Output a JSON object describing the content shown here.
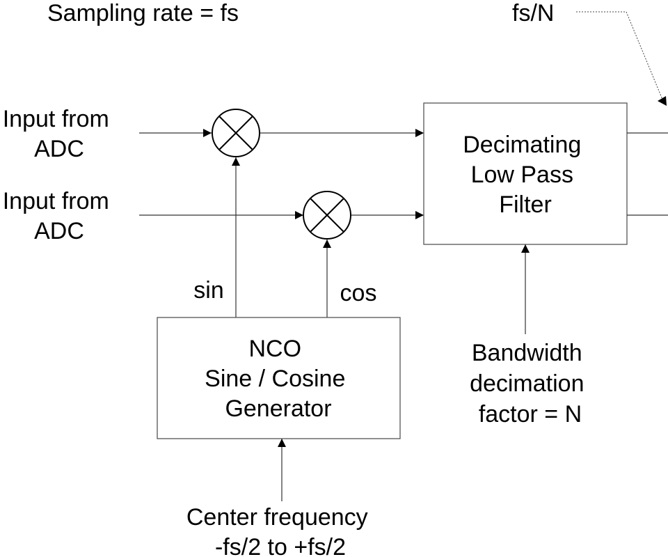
{
  "labels": {
    "sampling_rate": "Sampling rate = fs",
    "output_rate": "fs/N",
    "input_1": [
      "Input from",
      "ADC"
    ],
    "input_2": [
      "Input from",
      "ADC"
    ],
    "sin": "sin",
    "cos": "cos",
    "filter": [
      "Decimating",
      "Low Pass",
      "Filter"
    ],
    "nco": [
      "NCO",
      "Sine / Cosine",
      "Generator"
    ],
    "bandwidth": [
      "Bandwidth",
      "decimation",
      "factor = N"
    ],
    "center_frequency": [
      "Center frequency",
      "-fs/2 to +fs/2"
    ]
  }
}
